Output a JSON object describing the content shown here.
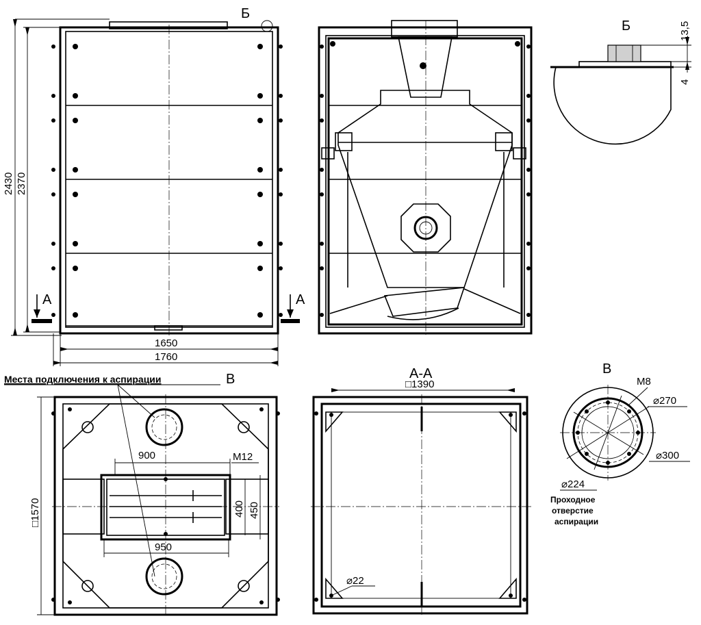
{
  "labels": {
    "view_b_marker": "Б",
    "view_b_title": "Б",
    "section_a_left": "А",
    "section_a_right": "А",
    "section_title": "А-А",
    "view_v_marker": "В",
    "view_v_title": "В"
  },
  "dimensions": {
    "height_total": "2430",
    "height_body": "2370",
    "width_inner": "1650",
    "width_outer": "1760",
    "plan_side": "□1570",
    "window_900": "900",
    "window_950": "950",
    "window_400": "400",
    "window_450": "450",
    "thread_m12": "M12",
    "section_side": "□1390",
    "hole_d22": "⌀22",
    "detail_13_5": "13,5",
    "detail_4": "4",
    "flange_m8": "M8",
    "flange_d270": "⌀270",
    "flange_d300": "⌀300",
    "flange_d224": "⌀224"
  },
  "notes": {
    "aspiration_points": "Места подключения к аспирации",
    "passage_line1": "Проходное",
    "passage_line2": "отверстие",
    "passage_line3": "аспирации"
  },
  "colors": {
    "line": "#000000",
    "fill": "#d0d0d0",
    "background": "#ffffff"
  }
}
